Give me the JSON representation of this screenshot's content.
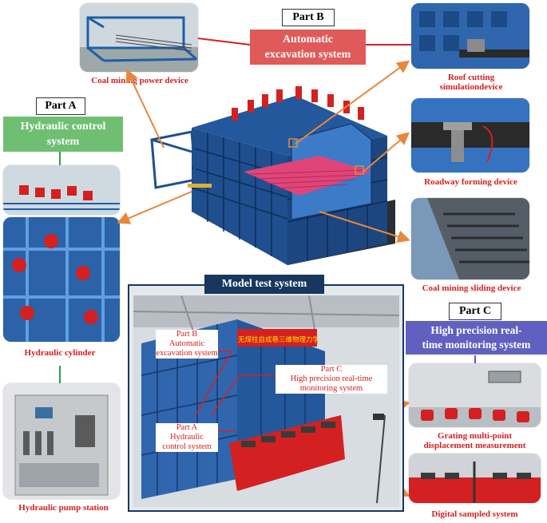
{
  "part_b": {
    "tag": "Part B",
    "title_line1": "Automatic",
    "title_line2": "excavation system",
    "color": "#e05a5a"
  },
  "part_a": {
    "tag": "Part A",
    "title_line1": "Hydraulic control",
    "title_line2": "system",
    "color": "#6fbf73"
  },
  "part_c": {
    "tag": "Part C",
    "title_line1": "High precision real-",
    "title_line2": "time monitoring system",
    "color": "#6060c0"
  },
  "model_test": {
    "title": "Model test system",
    "color": "#17375e",
    "banner_text": "无煤柱自成巷三维物理力学模型试验",
    "labels": {
      "b_line1": "Part B",
      "b_line2": "Automatic",
      "b_line3": "excavation system",
      "c_line1": "Part C",
      "c_line2": "High precision real-time",
      "c_line3": "monitoring system",
      "a_line1": "Part A",
      "a_line2": "Hydraulic",
      "a_line3": "control system"
    }
  },
  "captions": {
    "coal_mining_power": "Coal mining power device",
    "roof_cutting_line1": "Roof cutting",
    "roof_cutting_line2": "simulationdevice",
    "roadway_forming": "Roadway forming device",
    "coal_mining_sliding": "Coal mining sliding device",
    "hydraulic_cylinder": "Hydraulic cylinder",
    "hydraulic_pump": "Hydraulic pump station",
    "grating_line1": "Grating multi-point",
    "grating_line2": "displacement measurement",
    "digital_sampled": "Digital sampled system"
  },
  "colors": {
    "arrow": "#e8873a",
    "caption_red": "#d42020",
    "frame_blue": "#1f4f8f",
    "green_connector": "#2e9e4a",
    "red_connector": "#d42020",
    "coal_pink": "#e0457a"
  }
}
